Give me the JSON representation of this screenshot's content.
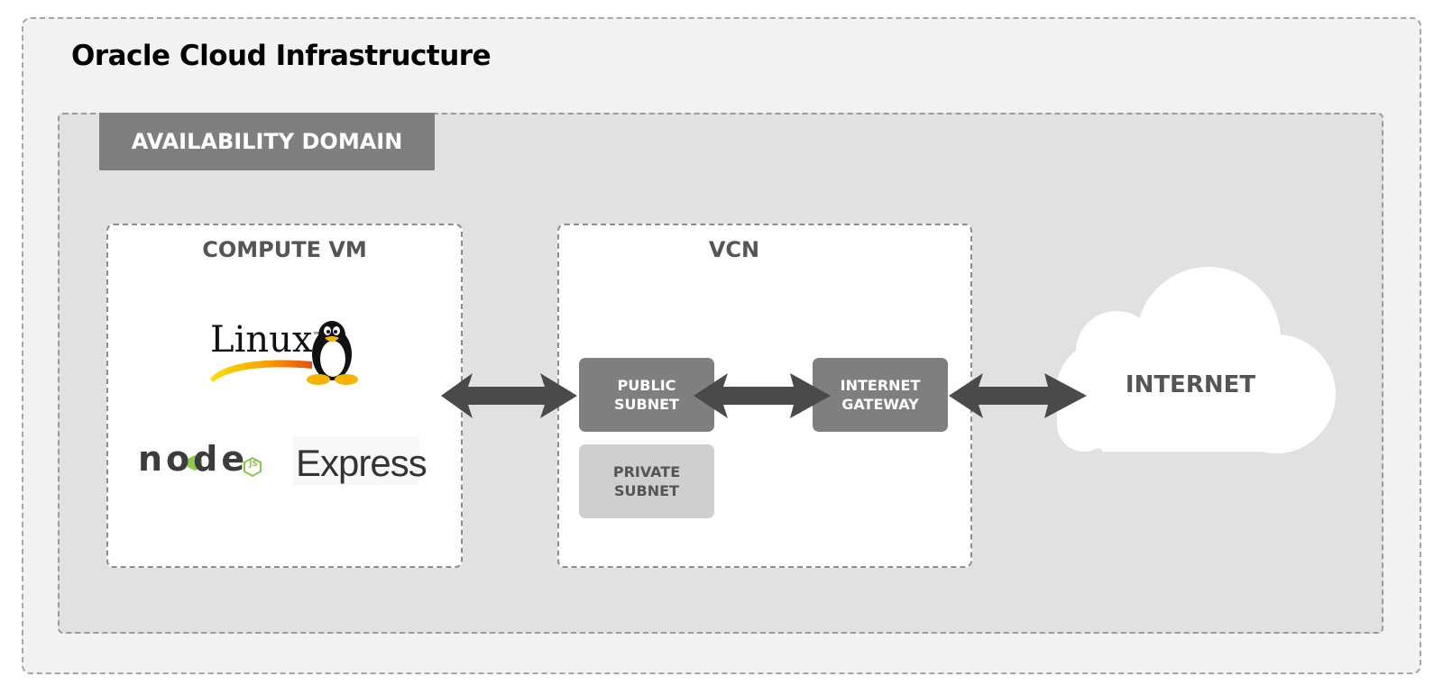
{
  "diagram": {
    "title": "Oracle Cloud Infrastructure",
    "availability_domain": "AVAILABILITY DOMAIN",
    "compute_vm": {
      "title": "COMPUTE VM",
      "logos": {
        "linux": "Linux",
        "linux_tm": "™",
        "node": "node",
        "node_js": "JS",
        "express": "Express"
      }
    },
    "vcn": {
      "title": "VCN",
      "public_subnet": [
        "PUBLIC",
        "SUBNET"
      ],
      "private_subnet": [
        "PRIVATE",
        "SUBNET"
      ],
      "internet_gateway": [
        "INTERNET",
        "GATEWAY"
      ]
    },
    "internet": "INTERNET"
  },
  "colors": {
    "outer_bg": "#f2f2f2",
    "domain_bg": "#e1e1e1",
    "label_gray": "#7f7f7f",
    "arrow": "#4a4a4a",
    "node_green": "#8cc84b"
  }
}
